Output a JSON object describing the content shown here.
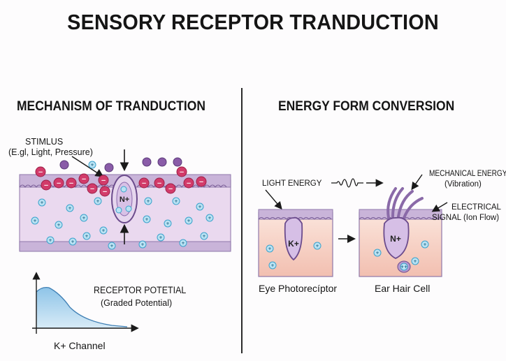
{
  "title": "SENSORY RECEPTOR TRANDUCTION",
  "left_panel": {
    "title": "MECHANISM OF TRANDUCTION",
    "stimulus_label": "STIMLUS",
    "stimulus_example": "(E.gl, Light, Pressure)",
    "channel_ion": "N+",
    "potential_label": "RECEPTOR POTETIAL",
    "potential_sub": "(Graded Potential)",
    "channel_label": "K+ Channel",
    "membrane_ions": {
      "outside": "−",
      "inside": "+"
    }
  },
  "right_panel": {
    "title": "ENERGY FORM CONVERSION",
    "light_label": "LIGHT ENERGY",
    "mechanical_label": "MECHANICAL ENERGY",
    "mechanical_sub": "(Vibration)",
    "electrical_label": "ELECTRICAL",
    "electrical_sub": "SIGNAL (Ion Flow)",
    "photoreceptor_ion": "K+",
    "hair_cell_ion": "N+",
    "photoreceptor_caption": "Eye Photorecíptor",
    "hair_cell_caption": "Ear Hair Cell",
    "small_ion": "+",
    "small_ion_double": "++"
  },
  "colors": {
    "membrane_top": "#c9b4d9",
    "cytoplasm": "#ead9ef",
    "negative_ion": "#d23b6a",
    "positive_ion": "#3aa2cc",
    "purple_ion": "#8a5ca8",
    "cell_fill": "#f6d3c8"
  }
}
